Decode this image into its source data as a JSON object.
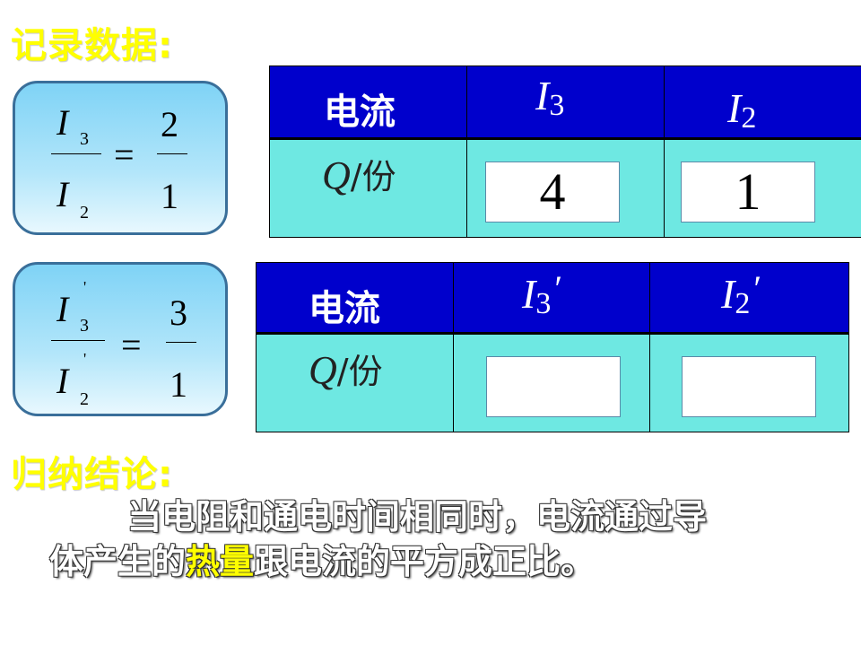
{
  "headings": {
    "record": "记录数据:",
    "conclusion": "归纳结论:"
  },
  "formula1": {
    "num_var": "I",
    "num_sub": "3",
    "den_var": "I",
    "den_sub": "2",
    "equals": "=",
    "rhs_num": "2",
    "rhs_den": "1"
  },
  "formula2": {
    "num_var": "I",
    "num_sub": "3",
    "num_prime": "'",
    "den_var": "I",
    "den_sub": "2",
    "den_prime": "'",
    "equals": "=",
    "rhs_num": "3",
    "rhs_den": "1"
  },
  "table1": {
    "header_label": "电流",
    "col1": {
      "var": "I",
      "sub": "3"
    },
    "col2": {
      "var": "I",
      "sub": "2"
    },
    "row_label_var": "Q",
    "row_label_unit": "/份",
    "value1": "4",
    "value2": "1"
  },
  "table2": {
    "header_label": "电流",
    "col1": {
      "var": "I",
      "sub": "3",
      "prime": "′"
    },
    "col2": {
      "var": "I",
      "sub": "2",
      "prime": "′"
    },
    "row_label_var": "Q",
    "row_label_unit": "/份",
    "value1": "",
    "value2": ""
  },
  "conclusion": {
    "line1": "当电阻和通电时间相同时，电流通过导",
    "line2_before": "体产生的",
    "line2_highlight": "热量",
    "line2_after": "跟电流的平方成正比。"
  },
  "colors": {
    "heading": "#ffff00",
    "table_header": "#0000cc",
    "table_body": "#6ee8e2",
    "formula_box": "#7fd3f6",
    "highlight": "#ffff00"
  }
}
